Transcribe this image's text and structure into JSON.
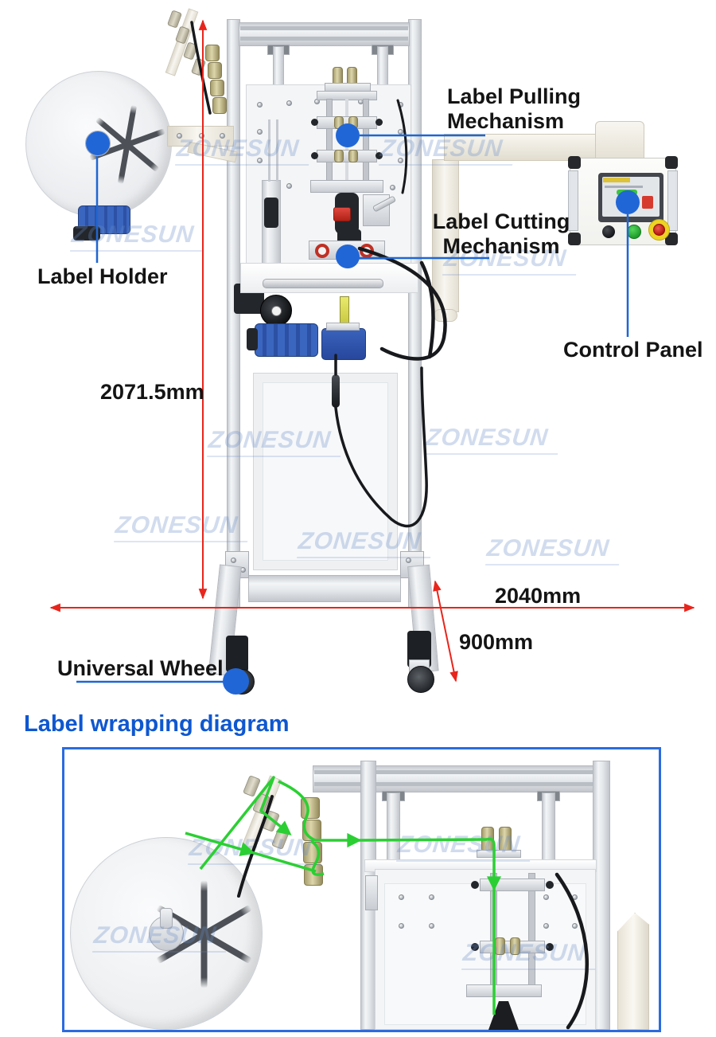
{
  "watermark": "ZONESUN",
  "colors": {
    "accent_blue": "#2166d6",
    "heading_blue": "#0e57d0",
    "dimension_red": "#e8251c",
    "path_green": "#2bcf33"
  },
  "callouts": {
    "label_pulling": [
      "Label Pulling",
      "Mechanism"
    ],
    "label_cutting": [
      "Label Cutting",
      "Mechanism"
    ],
    "label_holder": "Label Holder",
    "control_panel": "Control Panel",
    "universal_wheel": "Universal Wheel"
  },
  "dimensions": {
    "height": "2071.5mm",
    "width": "2040mm",
    "depth": "900mm"
  },
  "sections": {
    "wrapping_heading": "Label wrapping diagram"
  }
}
